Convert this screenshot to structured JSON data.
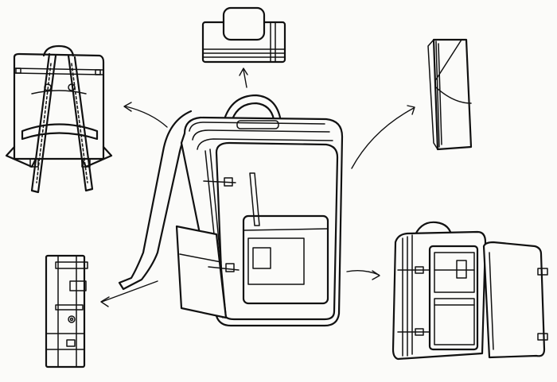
{
  "figure": {
    "type": "line-art product diagram",
    "colors": {
      "ink": "#111111",
      "paper": "#fbfbf9"
    },
    "views": [
      {
        "id": "main",
        "icon": "backpack-front-icon"
      },
      {
        "id": "top",
        "icon": "top-handle-icon"
      },
      {
        "id": "back",
        "icon": "backpack-back-straps-icon"
      },
      {
        "id": "side-right",
        "icon": "side-pocket-icon"
      },
      {
        "id": "side-left",
        "icon": "side-strap-icon"
      },
      {
        "id": "open",
        "icon": "backpack-open-clamshell-icon"
      }
    ]
  }
}
